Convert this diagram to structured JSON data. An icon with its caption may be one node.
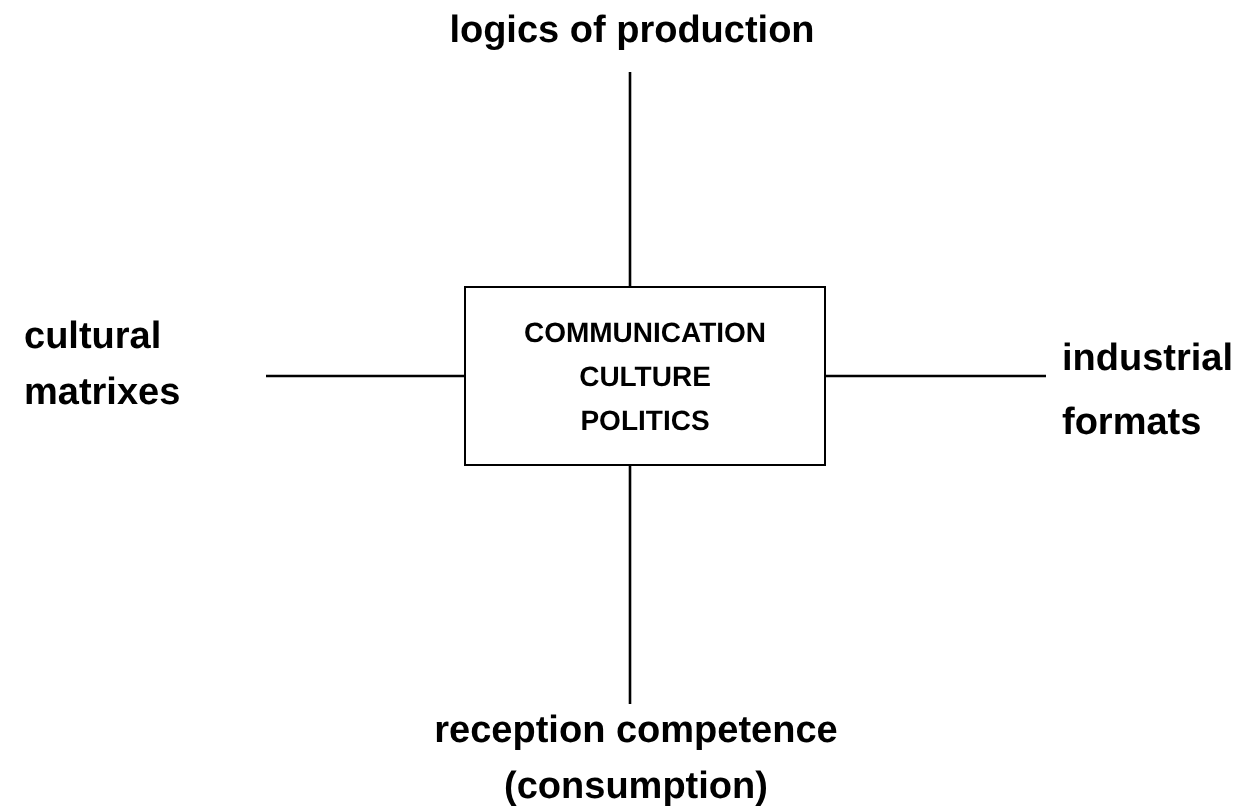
{
  "diagram": {
    "nodes": [
      {
        "text": [
          "COMMUNICATION CULTURE POLITICS"
        ]
      },
      {
        "text": [
          "logics of production"
        ]
      },
      {
        "text": [
          "cultural matrixes"
        ]
      },
      {
        "text": [
          "industrial formats"
        ]
      },
      {
        "text": [
          "reception competence (consumption)"
        ]
      }
    ],
    "edges": [
      {
        "from": 0,
        "to": 1,
        "arrow": "none"
      },
      {
        "from": 0,
        "to": 2,
        "arrow": "none"
      },
      {
        "from": 0,
        "to": 3,
        "arrow": "none"
      },
      {
        "from": 0,
        "to": 4,
        "arrow": "none"
      }
    ]
  }
}
